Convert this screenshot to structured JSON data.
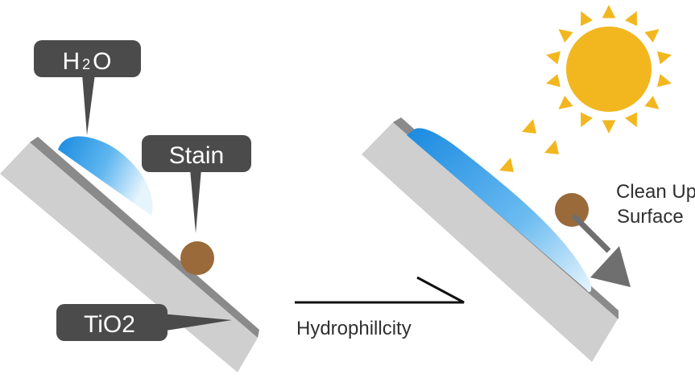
{
  "left_panel": {
    "water_label": {
      "main": "H",
      "sub": "2",
      "tail": "O"
    },
    "stain_label": "Stain",
    "coating_label": "TiO2"
  },
  "middle": {
    "process_label": "Hydrophillcity"
  },
  "right_panel": {
    "result_label_line1": "Clean Up",
    "result_label_line2": "Surface"
  },
  "colors": {
    "plate_fill": "#cfcfcf",
    "coating_fill": "#8a8a8a",
    "callout_fill": "#4b4b4b",
    "water_blue": "#1f8ee0",
    "stain_brown": "#9a6a3a",
    "sun_yellow": "#f2b71f",
    "arrow_gray": "#6f6f6f"
  }
}
